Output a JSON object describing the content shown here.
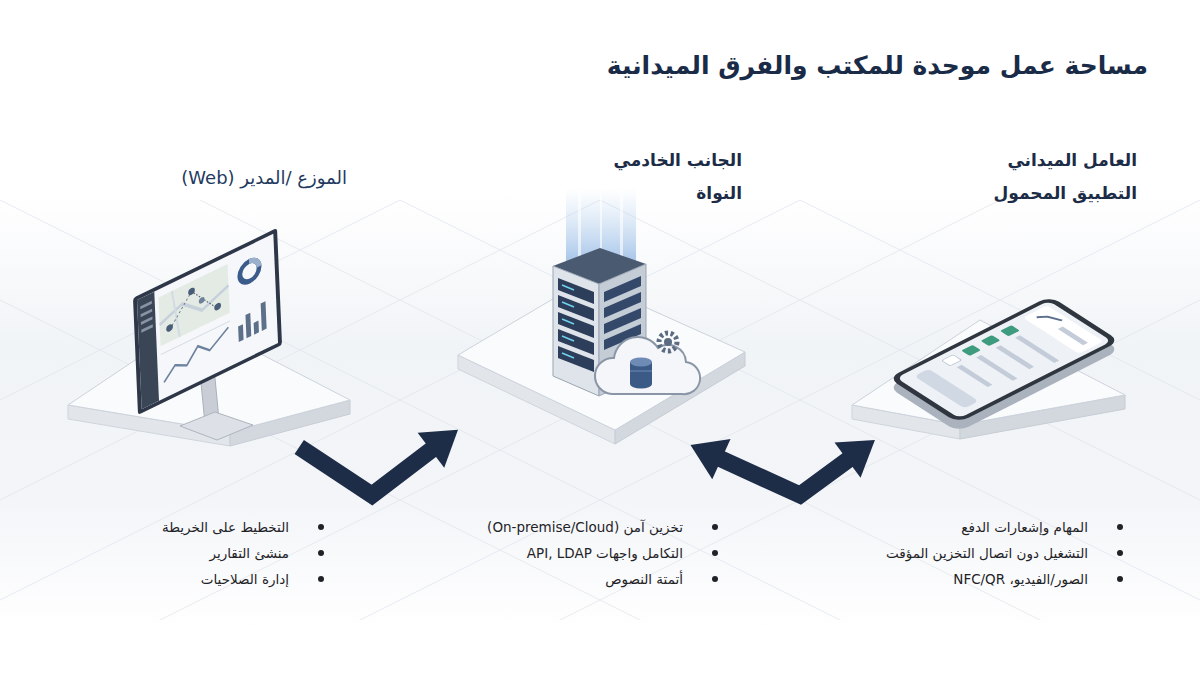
{
  "diagram": {
    "title": "مساحة عمل موحدة للمكتب والفرق الميدانية",
    "nodes": [
      {
        "text": [
          "العامل الميداني",
          "التطبيق المحمول"
        ]
      },
      {
        "text": [
          "الجانب الخادمي",
          "النواة"
        ]
      },
      {
        "text": [
          "الموزع /المدير (Web)"
        ]
      }
    ],
    "edges": [
      {
        "from": 2,
        "to": 1,
        "arrow": "to"
      },
      {
        "from": 1,
        "to": 0,
        "arrow": "both"
      }
    ],
    "labels": [
      "المهام وإشعارات الدفع",
      "التشغيل دون اتصال التخزين المؤقت",
      "الصور/الفيديو، NFC/QR",
      "تخزين آمن (On-premise/Cloud)",
      "التكامل واجهات API, LDAP",
      "أتمتة النصوص",
      "التخطيط على الخريطة",
      "منشئ التقارير",
      "إدارة الصلاحيات"
    ]
  }
}
